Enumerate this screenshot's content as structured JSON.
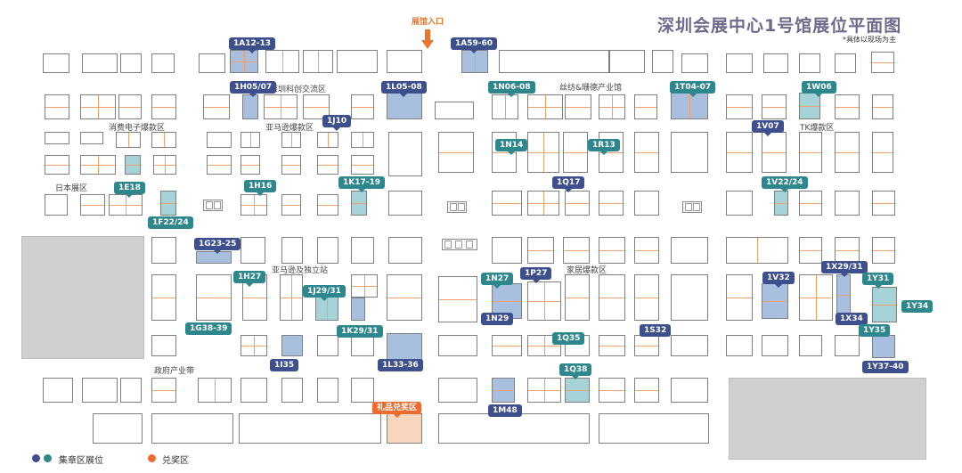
{
  "map": {
    "title": "深圳会展中心1号馆展位平面图",
    "note": "*具体以现场为主",
    "entrance_label": "展馆入口"
  },
  "legend": {
    "stamp_booth_label": "集章区展位",
    "prize_label": "兑奖区",
    "colors": {
      "stamp_blue": "#3e4f8e",
      "stamp_teal": "#2d878d",
      "prize_orange": "#ec6b2e"
    }
  },
  "zones": [
    "深圳科创交流区",
    "消费电子爆款区",
    "亚马逊爆款区",
    "日本展区",
    "丝纺&珊德产业馆",
    "TK爆款区",
    "亚马逊及独立站",
    "家居爆款区",
    "政府产业带"
  ],
  "tags": {
    "t1": "1A12-13",
    "t2": "1A59-60",
    "t3": "1H05/07",
    "t4": "1L05-08",
    "t5": "1N06-08",
    "t6": "1T04-07",
    "t7": "1W06",
    "t8": "1J10",
    "t9": "1N14",
    "t10": "1R13",
    "t11": "1V07",
    "t12": "1E18",
    "t13": "1H16",
    "t14": "1K17-19",
    "t15": "1Q17",
    "t16": "1V22/24",
    "t17": "1F22/24",
    "t18": "1G23-25",
    "t19": "1H27",
    "t20": "1P27",
    "t21": "1N27",
    "t22": "1X29/31",
    "t23": "1V32",
    "t24": "1Y31",
    "t25": "1J29/31",
    "t26": "1N29",
    "t27": "1Y34",
    "t28": "1X34",
    "t29": "1G38-39",
    "t30": "1K29/31",
    "t31": "1S32",
    "t32": "1Y35",
    "t33": "1Q35",
    "t34": "1I35",
    "t35": "1L33-36",
    "t36": "1Q38",
    "t37": "1Y37-40",
    "t38": "礼品兑奖区",
    "t39": "1M48"
  }
}
